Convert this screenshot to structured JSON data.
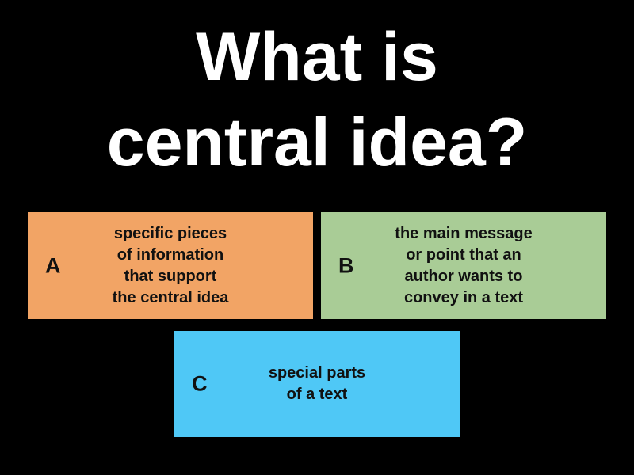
{
  "title": {
    "text": "What is\ncentral idea?"
  },
  "answers": [
    {
      "letter": "A",
      "text": "specific pieces\nof information\nthat support\nthe central idea",
      "color": "#F2A465"
    },
    {
      "letter": "B",
      "text": "the main message\nor point that an\nauthor wants to\nconvey in a text",
      "color": "#A9CC96"
    },
    {
      "letter": "C",
      "text": "special parts\nof a text",
      "color": "#4FC8F6"
    }
  ],
  "colors": {
    "background": "#000000",
    "title_text": "#FFFFFF",
    "answer_text": "#111111"
  }
}
